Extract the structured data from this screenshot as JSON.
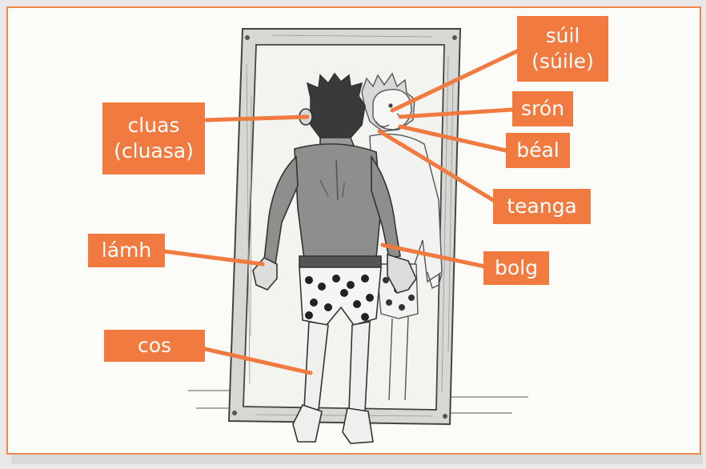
{
  "labels": {
    "suil": {
      "line1": "súil",
      "line2": "(súile)"
    },
    "cluas": {
      "line1": "cluas",
      "line2": "(cluasa)"
    },
    "sron": "srón",
    "beal": "béal",
    "teanga": "teanga",
    "lamh": "lámh",
    "bolg": "bolg",
    "cos": "cos"
  },
  "colors": {
    "label_background": "#f07a3f",
    "label_text": "#ffffff",
    "frame_border": "#f0874f"
  }
}
